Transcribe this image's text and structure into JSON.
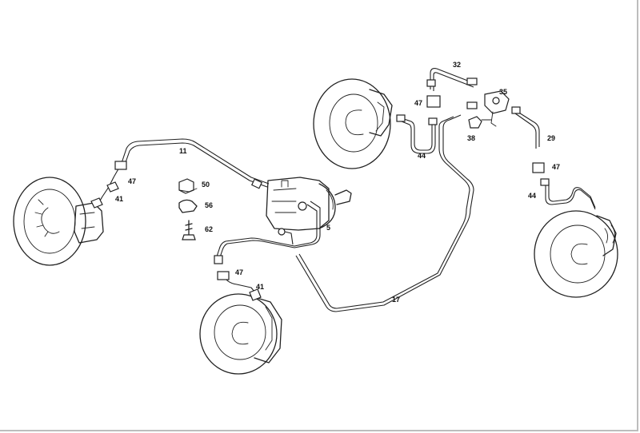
{
  "diagram": {
    "part_labels": [
      "32",
      "35",
      "47",
      "38",
      "44",
      "29",
      "47",
      "11",
      "47",
      "41",
      "50",
      "56",
      "62",
      "5",
      "17",
      "44",
      "47",
      "41"
    ]
  }
}
